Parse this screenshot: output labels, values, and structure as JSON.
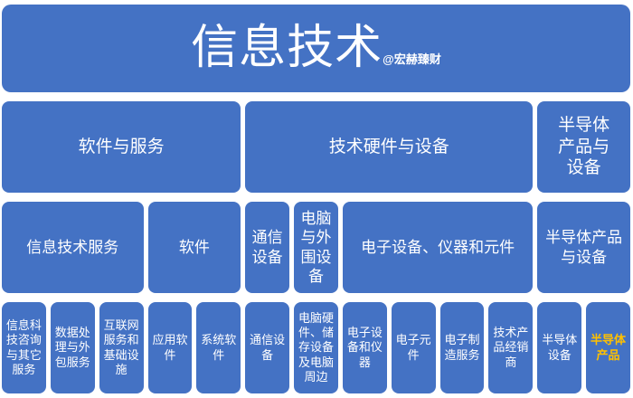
{
  "colors": {
    "box_blue": "#4472C4",
    "highlight_yellow": "#FFC000",
    "text_white": "#FFFFFF",
    "page_background": "#FFFFFF"
  },
  "banner": {
    "title": "信息技术",
    "watermark": "@宏赫臻财"
  },
  "level2": [
    {
      "label": "软件与服务",
      "span": 5
    },
    {
      "label": "技术硬件与设备",
      "span": 6
    },
    {
      "label": "半导体产品与设备",
      "span": 2
    }
  ],
  "level3": [
    {
      "label": "信息技术服务",
      "span": 3
    },
    {
      "label": "软件",
      "span": 2
    },
    {
      "label": "通信设备",
      "span": 1
    },
    {
      "label": "电脑与外围设备",
      "span": 1
    },
    {
      "label": "电子设备、仪器和元件",
      "span": 4
    },
    {
      "label": "半导体产品与设备",
      "span": 2
    }
  ],
  "level4": [
    {
      "label": "信息科技咨询与其它服务",
      "highlight": false
    },
    {
      "label": "数据处理与外包服务",
      "highlight": false
    },
    {
      "label": "互联网服务和基础设施",
      "highlight": false
    },
    {
      "label": "应用软件",
      "highlight": false
    },
    {
      "label": "系统软件",
      "highlight": false
    },
    {
      "label": "通信设备",
      "highlight": false
    },
    {
      "label": "电脑硬件、储存设备及电脑周边",
      "highlight": false
    },
    {
      "label": "电子设备和仪器",
      "highlight": false
    },
    {
      "label": "电子元件",
      "highlight": false
    },
    {
      "label": "电子制造服务",
      "highlight": false
    },
    {
      "label": "技术产品经销商",
      "highlight": false
    },
    {
      "label": "半导体设备",
      "highlight": false
    },
    {
      "label": "半导体产品",
      "highlight": true
    }
  ]
}
